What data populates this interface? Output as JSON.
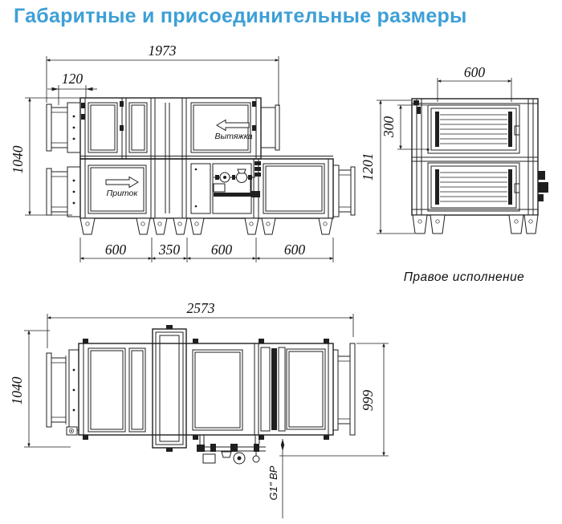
{
  "page": {
    "title": "Габаритные и присоединительные размеры"
  },
  "colors": {
    "title": "#3d9fd6",
    "line": "#1f1f1f",
    "background": "#ffffff"
  },
  "side_view": {
    "dim_overall_width": "1973",
    "dim_duct_offset": "120",
    "dim_height": "1040",
    "dim_sections": [
      "600",
      "350",
      "600",
      "600"
    ],
    "label_exhaust": "Вытяжка",
    "label_supply": "Приток"
  },
  "end_view": {
    "dim_top_width": "600",
    "dim_duct_offset_vertical": "300",
    "dim_height": "1201",
    "caption": "Правое исполнение"
  },
  "plan_view": {
    "dim_overall_length": "2573",
    "dim_width": "1040",
    "dim_connection_width": "999",
    "label_pipe_connection": "G1\" ВР"
  }
}
